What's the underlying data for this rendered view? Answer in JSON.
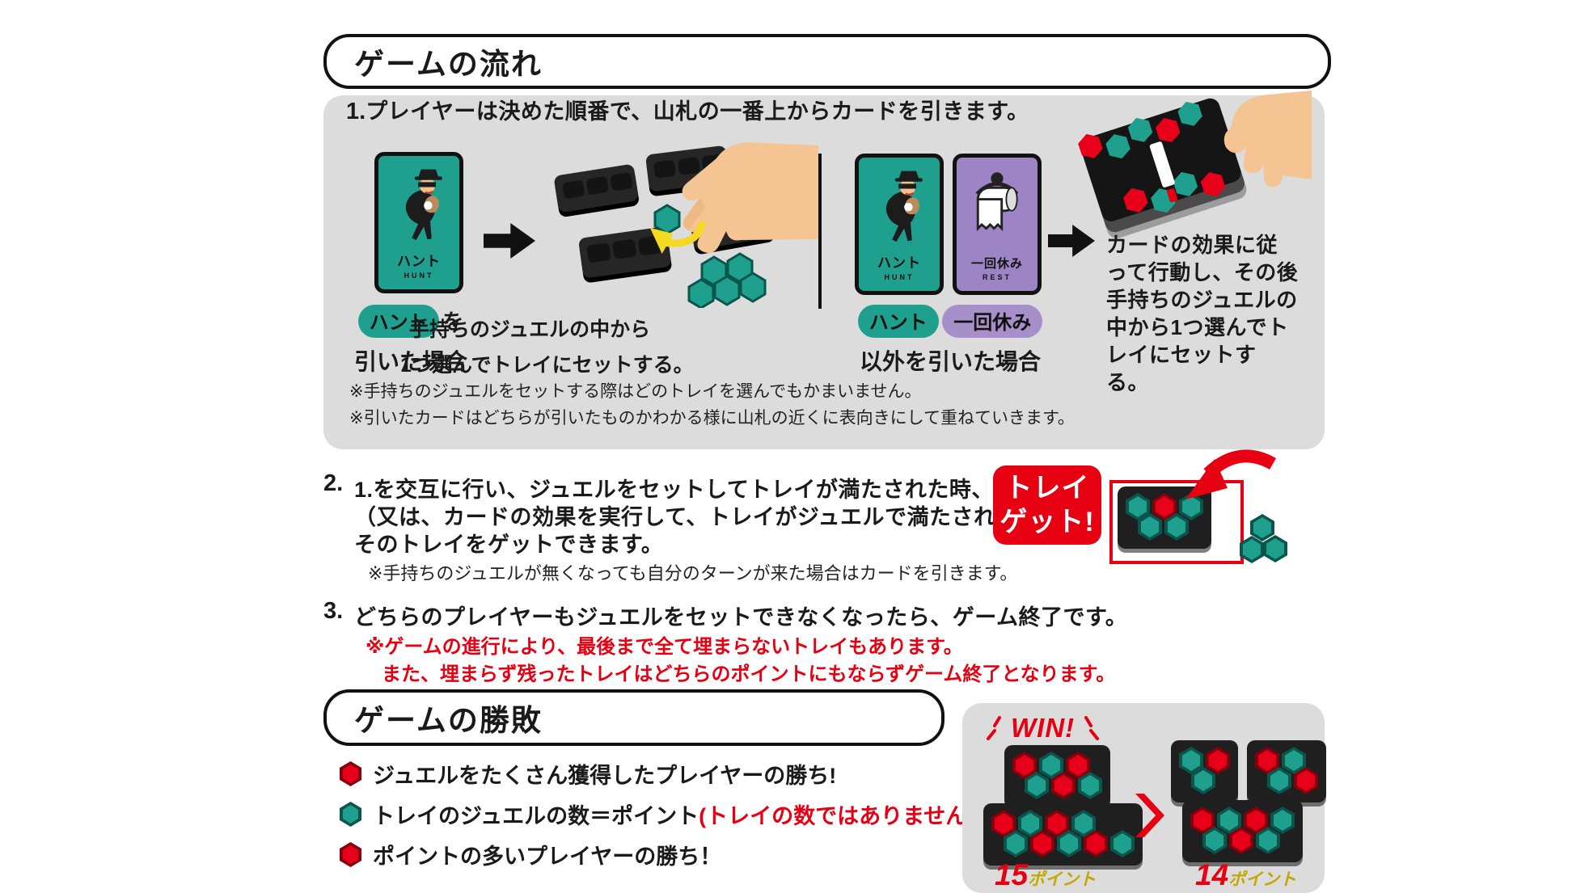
{
  "colors": {
    "teal": "#1fa08e",
    "purple": "#9d84c4",
    "red": "#e60012",
    "panel_gray": "#dcdcdc",
    "tray_black": "#1f1f1f",
    "skin": "#f4c493",
    "yellow_arrow": "#f5d921"
  },
  "flow": {
    "title": "ゲームの流れ",
    "step1": {
      "num": "1.",
      "text": "プレイヤーは決めた順番で、山札の一番上からカードを引きます。",
      "hunt_card": {
        "label": "ハント",
        "sub": "HUNT"
      },
      "rest_card": {
        "label": "一回休み",
        "sub": "REST"
      },
      "hunt_pill": "ハント",
      "rest_pill": "一回休み",
      "left_caption_suffix": "を",
      "left_caption_line2": "引いた場合",
      "mid_caption_line1": "手持ちのジュエルの中から",
      "mid_caption_line2": "1つ選んでトレイにセットする。",
      "right_caption_line2": "以外を引いた場合",
      "deck_text": "カードの効果に従って行動し、その後手持ちのジュエルの中から1つ選んでトレイにセットする。",
      "note1": "※手持ちのジュエルをセットする際はどのトレイを選んでもかまいません。",
      "note2": "※引いたカードはどちらが引いたものかわかる様に山札の近くに表向きにして重ねていきます。"
    },
    "step2": {
      "num": "2.",
      "line1": "1.を交互に行い、ジュエルをセットしてトレイが満たされた時、",
      "line2": "（又は、カードの効果を実行して、トレイがジュエルで満たされた時）",
      "line3": "そのトレイをゲットできます。",
      "note": "※手持ちのジュエルが無くなっても自分のターンが来た場合はカードを引きます。",
      "badge_line1": "トレイ",
      "badge_line2": "ゲット!"
    },
    "step3": {
      "num": "3.",
      "text": "どちらのプレイヤーもジュエルをセットできなくなったら、ゲーム終了です。",
      "red_note1": "※ゲームの進行により、最後まで全て埋まらないトレイもあります。",
      "red_note2": "また、埋まらず残ったトレイはどちらのポイントにもならずゲーム終了となります。"
    }
  },
  "result": {
    "title": "ゲームの勝敗",
    "bullets": [
      {
        "jewel": "r",
        "text": "ジュエルをたくさん獲得したプレイヤーの勝ち!",
        "red_text": ""
      },
      {
        "jewel": "t",
        "text": "トレイのジュエルの数＝ポイント",
        "red_text": "(トレイの数ではありません。)"
      },
      {
        "jewel": "r",
        "text": "ポイントの多いプレイヤーの勝ち！",
        "red_text": ""
      }
    ],
    "win_panel": {
      "win_label": "WIN!",
      "left_points": "15",
      "right_points": "14",
      "points_unit": "ポイント",
      "left_trays": [
        [
          [
            "r",
            "t",
            "r"
          ],
          [
            "t",
            "r",
            "t"
          ]
        ],
        [
          [
            "r",
            "t",
            "r",
            "t"
          ],
          [
            "t",
            "r",
            "t",
            "r",
            "t"
          ]
        ]
      ],
      "right_trays": [
        [
          [
            "t",
            "r"
          ],
          [
            "t"
          ]
        ],
        [
          [
            "r",
            "t"
          ],
          [
            "t",
            "r"
          ]
        ],
        [
          [
            "r",
            "t",
            "r",
            "t"
          ],
          [
            "t",
            "r",
            "t"
          ]
        ]
      ],
      "get_tray": [
        [
          "t",
          "r",
          "t"
        ],
        [
          "t",
          "t"
        ]
      ]
    }
  }
}
